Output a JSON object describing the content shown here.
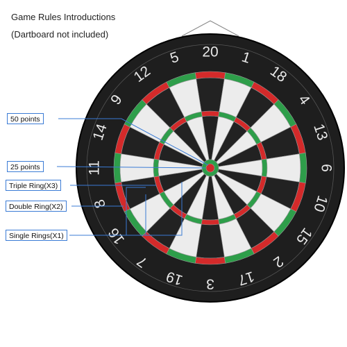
{
  "header": {
    "title": "Game Rules Introductions",
    "note": "(Dartboard not included)"
  },
  "callouts": {
    "fifty": "50 points",
    "twentyfive": "25 points",
    "triple": "Triple Ring(X3)",
    "double": "Double Ring(X2)",
    "single": "Single Rings(X1)"
  },
  "board": {
    "numbers": [
      "20",
      "1",
      "18",
      "4",
      "13",
      "6",
      "10",
      "15",
      "2",
      "17",
      "3",
      "19",
      "7",
      "16",
      "8",
      "11",
      "14",
      "9",
      "12",
      "5"
    ],
    "colors": {
      "board": "#1e1e1e",
      "black_segment": "#222222",
      "white_segment": "#ececec",
      "red": "#d42a2a",
      "green": "#2e9e4a",
      "callout_border": "#3a7bd5"
    }
  }
}
